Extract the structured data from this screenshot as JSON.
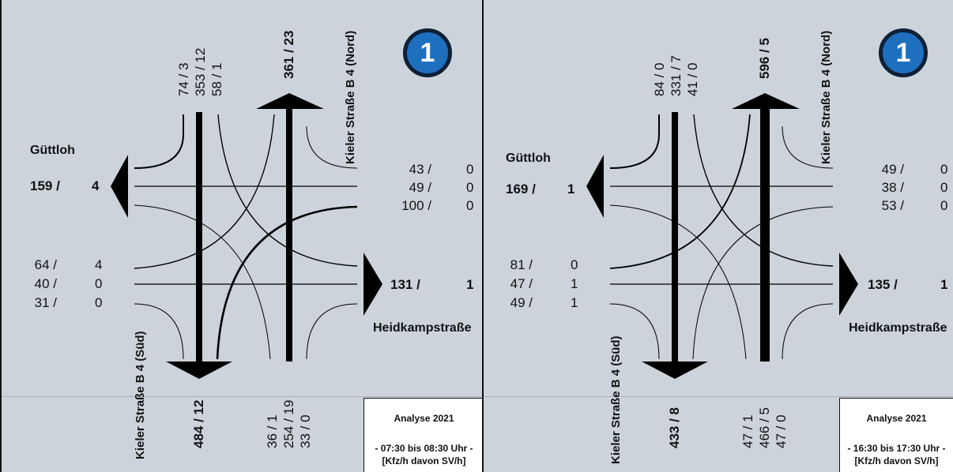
{
  "badge_number": "1",
  "panels": [
    {
      "id": "am",
      "north_in": [
        "74 / 3",
        "353 / 12",
        "58 / 1"
      ],
      "north_out_total": "361 / 23",
      "north_road": "Kieler Straße B 4 (Nord)",
      "west_name": "Güttloh",
      "west_out_left": "159 /",
      "west_out_right": "4",
      "east_in": [
        [
          "43 /",
          "0"
        ],
        [
          "49 /",
          "0"
        ],
        [
          "100 /",
          "0"
        ]
      ],
      "west_in": [
        [
          "64 /",
          "4"
        ],
        [
          "40 /",
          "0"
        ],
        [
          "31 /",
          "0"
        ]
      ],
      "east_out_left": "131 /",
      "east_out_right": "1",
      "east_name": "Heidkampstraße",
      "south_road": "Kieler Straße  B 4 (Süd)",
      "south_out_total": "484 / 12",
      "south_in": [
        "36 / 1",
        "254 / 19",
        "33 / 0"
      ],
      "info_title": "Analyse 2021",
      "info_time": "- 07:30 bis 08:30 Uhr -",
      "info_unit": "[Kfz/h davon SV/h]"
    },
    {
      "id": "pm",
      "north_in": [
        "84 / 0",
        "331 / 7",
        "41 / 0"
      ],
      "north_out_total": "596 / 5",
      "north_road": "Kieler Straße B 4 (Nord)",
      "west_name": "Güttloh",
      "west_out_left": "169 /",
      "west_out_right": "1",
      "east_in": [
        [
          "49 /",
          "0"
        ],
        [
          "38 /",
          "0"
        ],
        [
          "53 /",
          "0"
        ]
      ],
      "west_in": [
        [
          "81 /",
          "0"
        ],
        [
          "47 /",
          "1"
        ],
        [
          "49 /",
          "1"
        ]
      ],
      "east_out_left": "135 /",
      "east_out_right": "1",
      "east_name": "Heidkampstraße",
      "south_road": "Kieler Straße B 4 (Süd)",
      "south_out_total": "433 / 8",
      "south_in": [
        "47 / 1",
        "466 / 5",
        "47 / 0"
      ],
      "info_title": "Analyse 2021",
      "info_time": "- 16:30 bis 17:30 Uhr -",
      "info_unit": "[Kfz/h davon SV/h]"
    }
  ]
}
